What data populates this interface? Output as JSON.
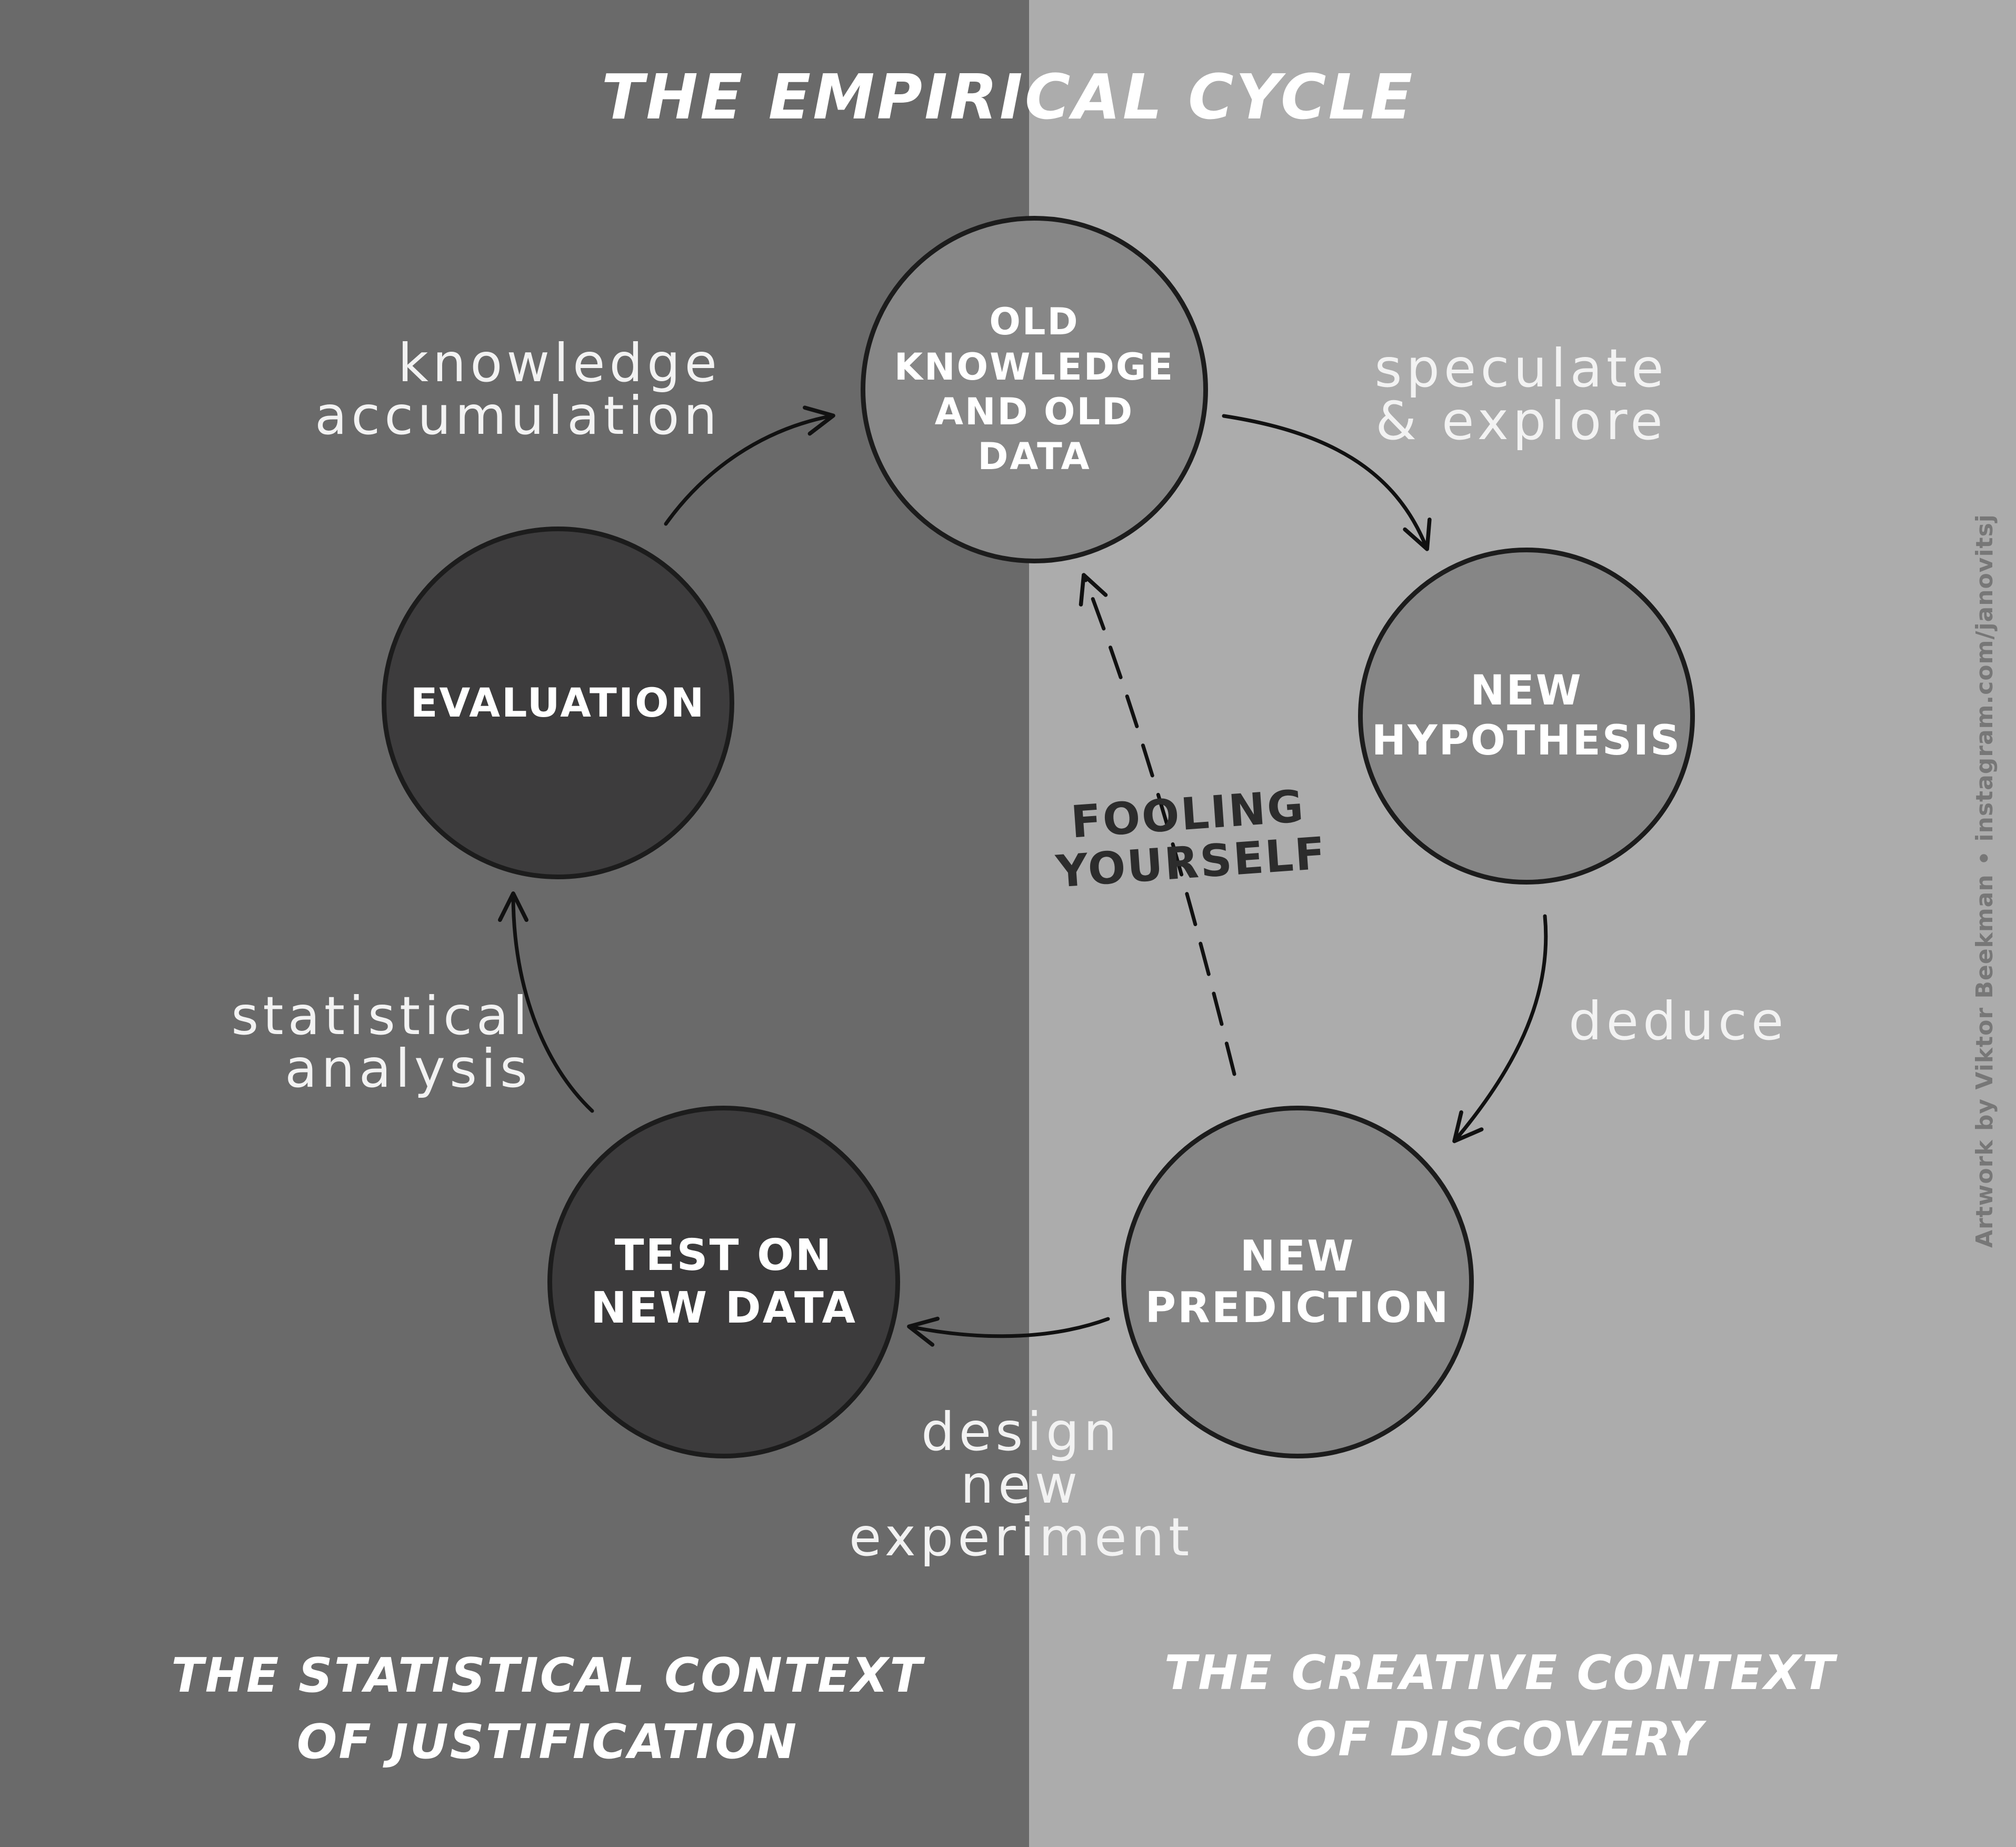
{
  "title": "THE EMPIRICAL CYCLE",
  "nodes": {
    "old_knowledge": "OLD\nKNOWLEDGE\nAND OLD\nDATA",
    "new_hypothesis": "NEW\nHYPOTHESIS",
    "new_prediction": "NEW\nPREDICTION",
    "test_new_data": "TEST ON\nNEW DATA",
    "evaluation": "EVALUATION"
  },
  "edges": {
    "speculate": "speculate\n& explore",
    "deduce": "deduce",
    "design": "design\nnew\nexperiment",
    "statistical": "statistical\nanalysis",
    "knowledge": "knowledge\naccumulation",
    "fooling": "FOOLING\nYOURSELF"
  },
  "contexts": {
    "left": "THE STATISTICAL CONTEXT\nOF JUSTIFICATION",
    "right": "THE CREATIVE CONTEXT\nOF DISCOVERY"
  },
  "credit": "Artwork by Viktor Beekman • instagram.com/janovitsj",
  "colors": {
    "left_panel": "#6a6a6a",
    "right_panel": "#acacac",
    "dark_node": "#3c3b3c",
    "light_node": "#878787",
    "outline": "#1c1c1c",
    "text": "#ffffff"
  }
}
